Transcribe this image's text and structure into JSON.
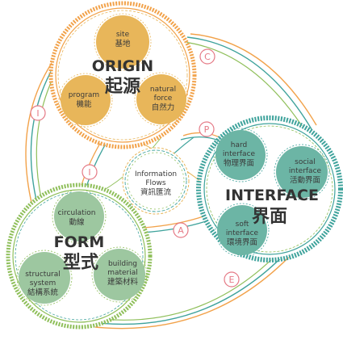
{
  "colors": {
    "orange": "#f2a24a",
    "yellow": "#e8b65a",
    "teal": "#3fa39c",
    "green": "#8fbf5a",
    "pink": "#e57a86",
    "center_text": "#333333"
  },
  "origin": {
    "title": "ORIGIN",
    "title_cn": "起源",
    "items": [
      {
        "en1": "site",
        "en2": "",
        "cn": "基地"
      },
      {
        "en1": "program",
        "en2": "",
        "cn": "機能"
      },
      {
        "en1": "natural",
        "en2": "force",
        "cn": "自然力"
      }
    ]
  },
  "interface": {
    "title": "INTERFACE",
    "title_cn": "界面",
    "items": [
      {
        "en1": "hard",
        "en2": "interface",
        "cn": "物理界面"
      },
      {
        "en1": "social",
        "en2": "interface",
        "cn": "活動界面"
      },
      {
        "en1": "soft",
        "en2": "interface",
        "cn": "環境界面"
      }
    ]
  },
  "form": {
    "title": "FORM",
    "title_cn": "型式",
    "items": [
      {
        "en1": "circulation",
        "en2": "",
        "cn": "動線"
      },
      {
        "en1": "building",
        "en2": "material",
        "cn": "建築材料"
      },
      {
        "en1": "structural",
        "en2": "system",
        "cn": "結構系統"
      }
    ]
  },
  "center": {
    "line1": "Information",
    "line2": "Flows",
    "cn": "資訊匯流"
  },
  "letters": {
    "c": "C",
    "i_left": "I",
    "p": "P",
    "i_mid": "I",
    "a": "A",
    "e": "E"
  }
}
